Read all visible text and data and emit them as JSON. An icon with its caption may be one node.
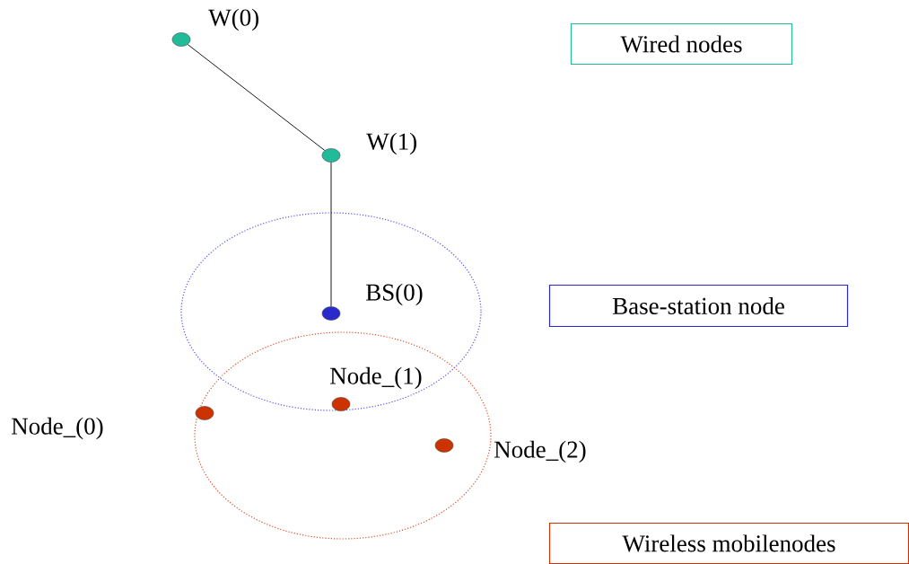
{
  "diagram": {
    "nodes": [
      {
        "text": [],
        "shape": "circle",
        "beside": [
          "W(0)"
        ]
      },
      {
        "text": [],
        "shape": "circle",
        "beside": [
          "W(1)"
        ]
      },
      {
        "text": [],
        "shape": "circle",
        "beside": [
          "BS(0)"
        ]
      },
      {
        "text": [],
        "shape": "circle",
        "beside": [
          "Node_(0)"
        ]
      },
      {
        "text": [],
        "shape": "circle",
        "beside": [
          "Node_(1)"
        ]
      },
      {
        "text": [],
        "shape": "circle",
        "beside": [
          "Node_(2)"
        ]
      },
      {
        "text": [
          "Wired nodes"
        ]
      },
      {
        "text": [
          "Base-station node"
        ]
      },
      {
        "text": [
          "Wireless mobilenodes"
        ]
      }
    ],
    "edges": [
      {
        "from": 0,
        "to": 1,
        "arrow": "none"
      },
      {
        "from": 1,
        "to": 2,
        "arrow": "none"
      }
    ]
  }
}
